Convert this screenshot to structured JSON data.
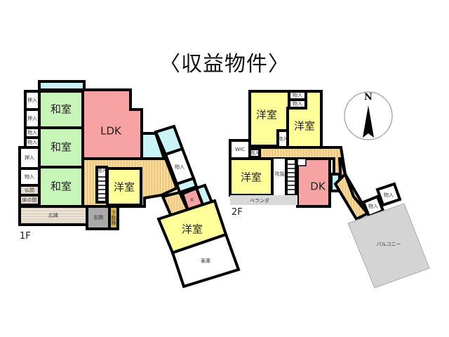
{
  "title": "〈収益物件〉",
  "colors": {
    "washitsu": "#c8f5b8",
    "yoshitsu": "#ffff9a",
    "ldk": "#f7a3a3",
    "wet": "#c9f3f7",
    "corridor": "#f5d89a",
    "genkan": "#aaaaaa",
    "engawa": "#e6ded2",
    "storage": "#ffffff",
    "veranda": "#d9d9d9",
    "balcony": "#d4d4d4",
    "getabako": "#d8b24a",
    "wall": "#000000"
  },
  "floor1": {
    "label": "1F",
    "rooms": {
      "washitsu1": "和室",
      "washitsu2": "和室",
      "washitsu3": "和室",
      "ldk": "LDK",
      "yoshitsu_center": "洋室",
      "yoshitsu_south": "洋室",
      "oshiire1": "押入",
      "oshiire2": "押入",
      "monoire1": "物入",
      "monoire2": "物入",
      "oshiire3": "押入",
      "monoire3": "物入",
      "butsuma": "仏間",
      "tokonoma": "床の間",
      "engawa": "広縁",
      "genkan": "玄関",
      "getabako": "下駄箱",
      "monoire_stair": "物入",
      "monoire_wing": "物入",
      "kitchen": "K",
      "garage": "車庫"
    }
  },
  "floor2": {
    "label": "2F",
    "rooms": {
      "yoshitsu_nw": "洋室",
      "yoshitsu_ne": "洋室",
      "yoshitsu_sw": "洋室",
      "monoire_a": "物入",
      "monoire_b": "物入",
      "monoire_c": "物入",
      "wic": "WIC",
      "monoire_d": "物入",
      "fukinuke": "吹抜",
      "dk": "DK",
      "veranda": "ベランダ",
      "monoire_e": "物入",
      "monoire_f": "物入",
      "balcony": "バルコニー"
    }
  },
  "compass": {
    "label": "N"
  }
}
